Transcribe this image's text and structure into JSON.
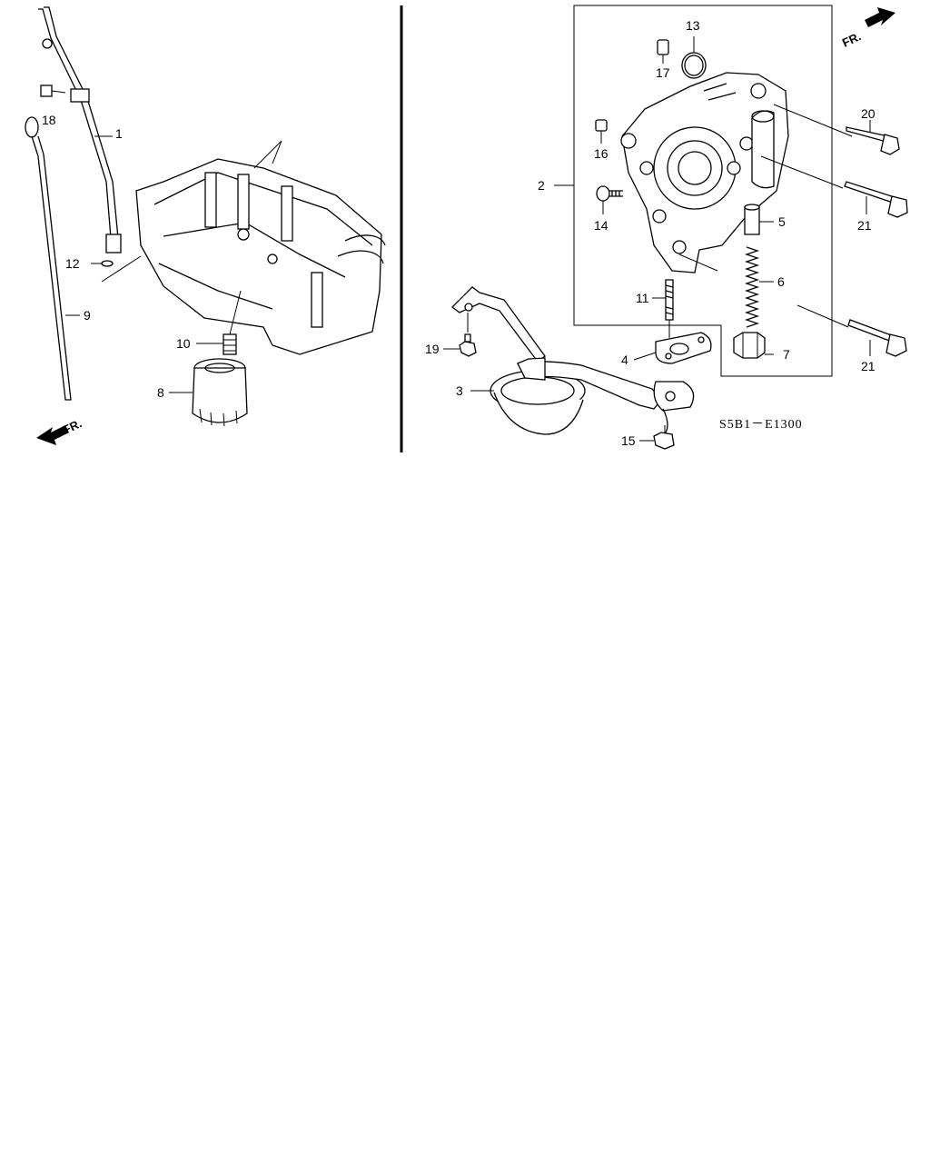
{
  "diagram": {
    "code": "S5B1－E1300",
    "front_label": "FR.",
    "callouts": {
      "c1": "1",
      "c2": "2",
      "c3": "3",
      "c4": "4",
      "c5": "5",
      "c6": "6",
      "c7": "7",
      "c8": "8",
      "c9": "9",
      "c10": "10",
      "c11": "11",
      "c12": "12",
      "c13": "13",
      "c14": "14",
      "c15": "15",
      "c16": "16",
      "c17": "17",
      "c18": "18",
      "c19": "19",
      "c20": "20",
      "c21a": "21",
      "c21b": "21"
    }
  }
}
